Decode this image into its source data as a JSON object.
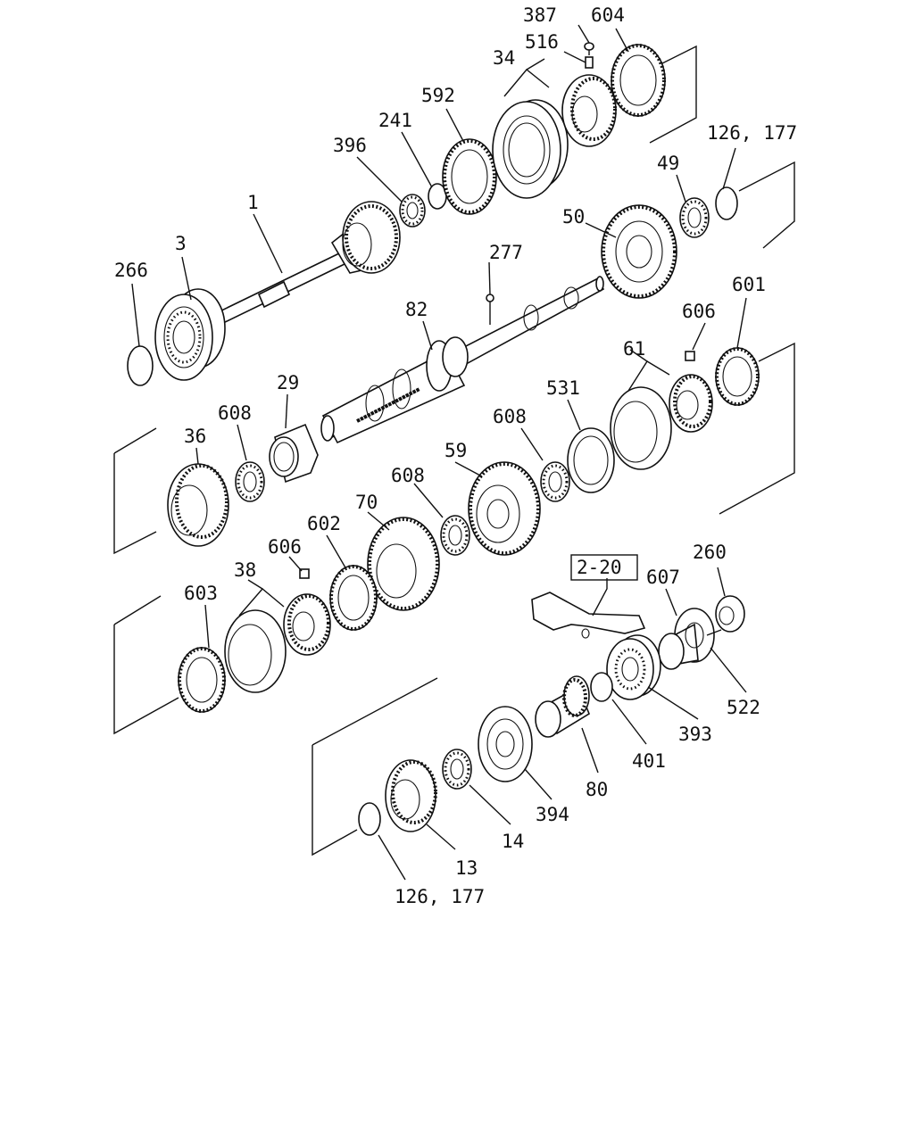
{
  "labels": {
    "l387": "387",
    "l604": "604",
    "l516": "516",
    "l34": "34",
    "l592": "592",
    "l241": "241",
    "l396": "396",
    "l126a": "126, 177",
    "l49": "49",
    "l1": "1",
    "l50": "50",
    "l3": "3",
    "l266": "266",
    "l277": "277",
    "l601": "601",
    "l82": "82",
    "l606a": "606",
    "l29": "29",
    "l61": "61",
    "l608a": "608",
    "l36": "36",
    "l531": "531",
    "l608b": "608",
    "l59": "59",
    "l608c": "608",
    "l70": "70",
    "l602": "602",
    "l606b": "606",
    "l38": "38",
    "l603": "603",
    "l220": "2-20",
    "l607": "607",
    "l260": "260",
    "l522": "522",
    "l393": "393",
    "l401": "401",
    "l80": "80",
    "l394": "394",
    "l14": "14",
    "l13": "13",
    "l126b": "126, 177"
  }
}
